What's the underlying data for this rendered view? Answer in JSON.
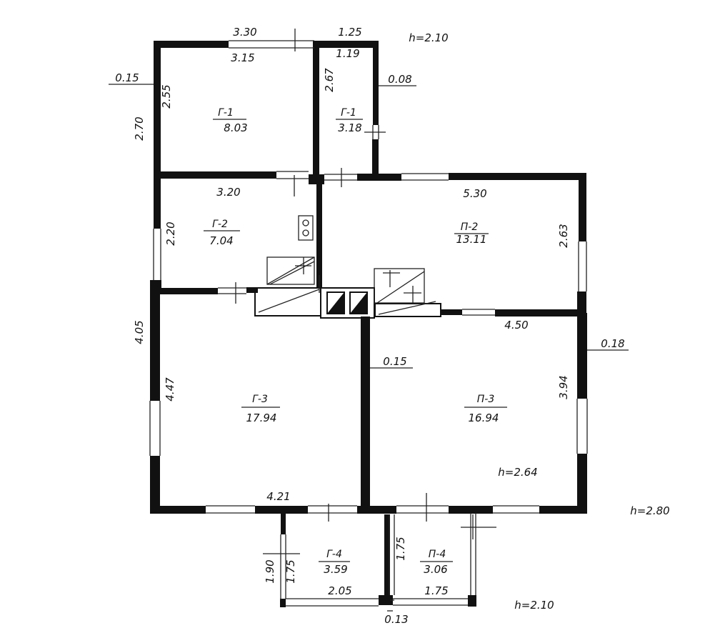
{
  "colors": {
    "ink": "#111111",
    "paper": "#ffffff"
  },
  "rooms": [
    {
      "code": "Г-1",
      "area": "8.03"
    },
    {
      "code": "Г-1",
      "area": "3.18"
    },
    {
      "code": "Г-2",
      "area": "7.04"
    },
    {
      "code": "П-2",
      "area": "13.11"
    },
    {
      "code": "Г-3",
      "area": "17.94"
    },
    {
      "code": "П-3",
      "area": "16.94"
    },
    {
      "code": "Г-4",
      "area": "3.59"
    },
    {
      "code": "П-4",
      "area": "3.06"
    }
  ],
  "dimensions": {
    "top_left_outer": "3.30",
    "top_left_inner": "3.15",
    "top_right_outer": "1.25",
    "top_right_inner": "1.19",
    "wall_left": "0.15",
    "wall_right_small": "0.08",
    "left_outer_height": "2.70",
    "left_inner_height": "2.55",
    "small_room_height": "2.67",
    "g2_width": "3.20",
    "g2_height": "2.20",
    "p2_width": "5.30",
    "p2_height": "2.63",
    "left_big_height": "4.05",
    "g3_height": "4.47",
    "p3_width": "4.50",
    "wall_right": "0.18",
    "partition": "0.15",
    "p3_height": "3.94",
    "g3_width": "4.21",
    "porch_outer": "1.90",
    "porch_inner_left": "1.75",
    "porch_inner_right": "1.75",
    "porch_width_left": "2.05",
    "porch_width_right": "1.75",
    "porch_wall": "0.13"
  },
  "heights": {
    "top_right": "h=2.10",
    "p3_room": "h=2.64",
    "building": "h=2.80",
    "porch": "h=2.10"
  }
}
